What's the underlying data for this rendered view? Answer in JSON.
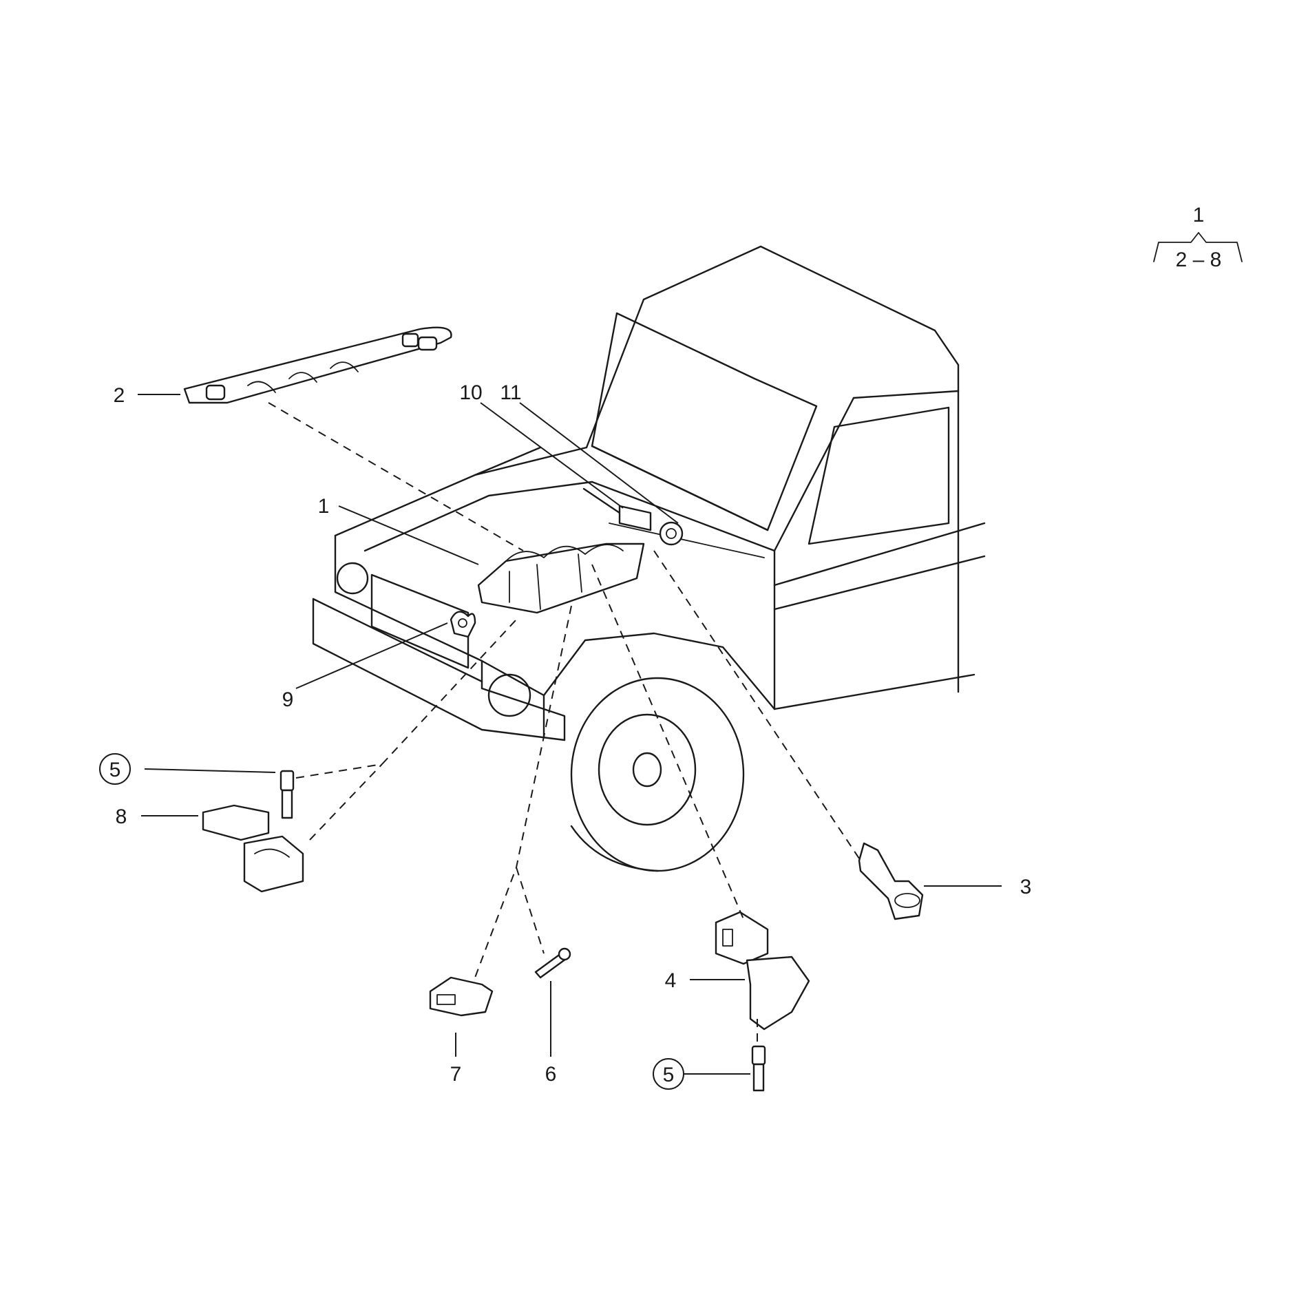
{
  "callouts": [
    {
      "id": "c1",
      "label": "1"
    },
    {
      "id": "c2",
      "label": "2"
    },
    {
      "id": "c3",
      "label": "3"
    },
    {
      "id": "c4",
      "label": "4"
    },
    {
      "id": "c5a",
      "label": "5"
    },
    {
      "id": "c5b",
      "label": "5"
    },
    {
      "id": "c6",
      "label": "6"
    },
    {
      "id": "c7",
      "label": "7"
    },
    {
      "id": "c8",
      "label": "8"
    },
    {
      "id": "c9",
      "label": "9"
    },
    {
      "id": "c10",
      "label": "10"
    },
    {
      "id": "c11",
      "label": "11"
    }
  ],
  "legend": {
    "top": "1",
    "range": "2 – 8"
  }
}
